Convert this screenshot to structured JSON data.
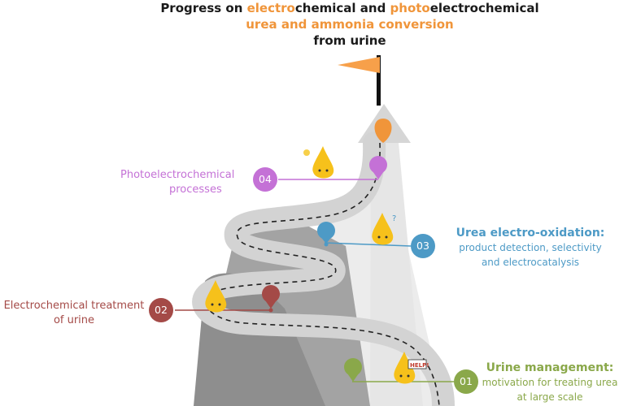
{
  "title": {
    "part1": "Progress on ",
    "part2": "electro",
    "part3": "chemical and ",
    "part4": "photo",
    "part5": "electrochemical",
    "line2": "urea and ammonia conversion",
    "line3": "from urine"
  },
  "steps": [
    {
      "num": "01",
      "heading": "Urine management:",
      "desc1": "motivation for treating urea",
      "desc2": "at large scale",
      "color": "#8aa84a"
    },
    {
      "num": "02",
      "heading": "Electrochemical treatment",
      "desc1": "of urine",
      "color": "#a44a47"
    },
    {
      "num": "03",
      "heading": "Urea electro-oxidation:",
      "desc1": "product detection, selectivity",
      "desc2": "and electrocatalysis",
      "color": "#4d9ac6"
    },
    {
      "num": "04",
      "heading": "Photoelectrochemical",
      "desc1": "processes",
      "color": "#c471d6"
    }
  ],
  "mascots": {
    "help_text": "HELP!",
    "question_text": "?"
  },
  "colors": {
    "flag": "#f7a04a",
    "road": "#d9d9d9",
    "mountain": "#9c9c9c",
    "drop": "#f6c11b"
  }
}
